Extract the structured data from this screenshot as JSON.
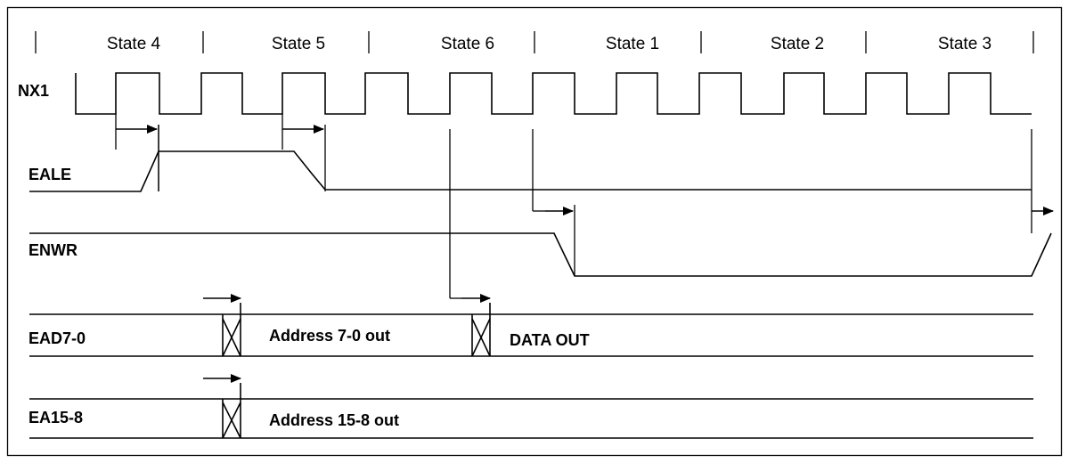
{
  "states": [
    "State 4",
    "State 5",
    "State 6",
    "State 1",
    "State 2",
    "State 3"
  ],
  "signals": {
    "clock": "NX1",
    "ale": "EALE",
    "wr": "ENWR",
    "ad_low": "EAD7-0",
    "ad_high": "EA15-8"
  },
  "bus_labels": {
    "address_low": "Address 7-0 out",
    "data_out": "DATA OUT",
    "address_high": "Address 15-8 out"
  },
  "colors": {
    "line": "#000000",
    "background": "#ffffff"
  }
}
